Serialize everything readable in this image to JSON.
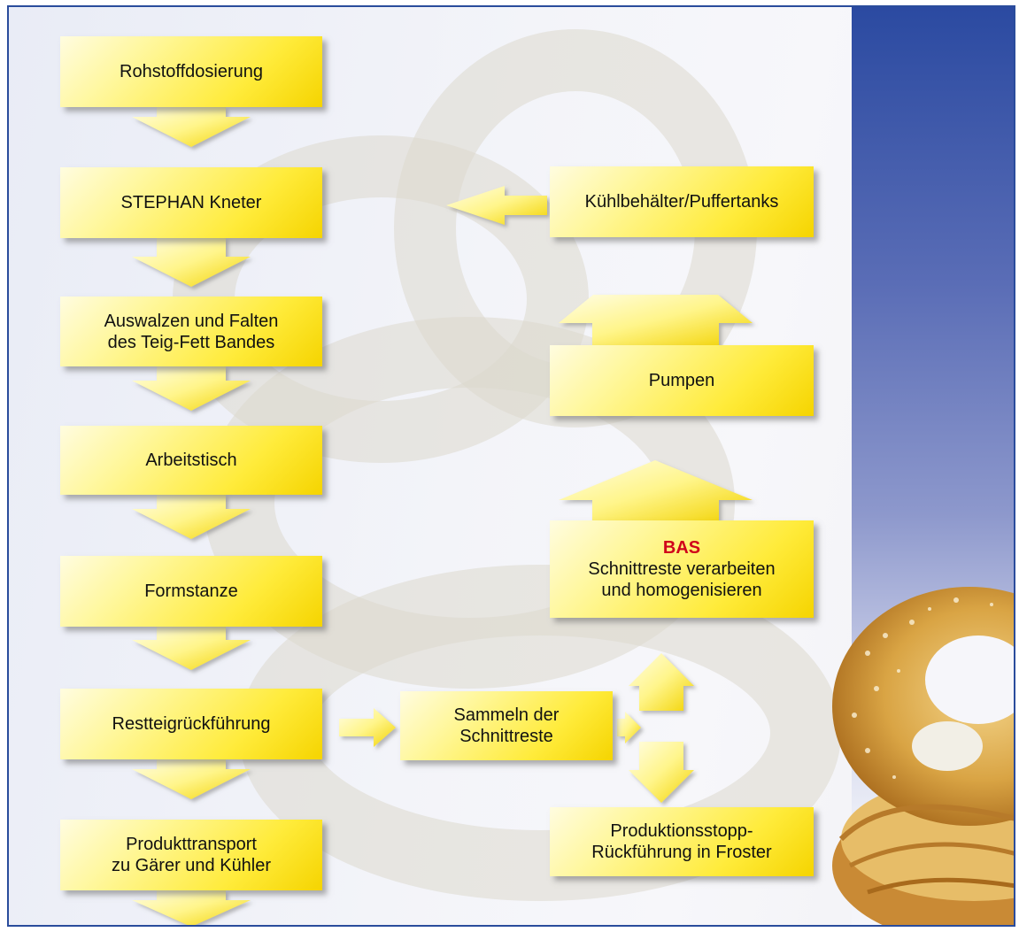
{
  "left_column": [
    {
      "lines": [
        "Rohstoffdosierung"
      ]
    },
    {
      "lines": [
        "STEPHAN Kneter"
      ]
    },
    {
      "lines": [
        "Auswalzen und Falten",
        "des Teig-Fett Bandes"
      ]
    },
    {
      "lines": [
        "Arbeitstisch"
      ]
    },
    {
      "lines": [
        "Formstanze"
      ]
    },
    {
      "lines": [
        "Restteigrückführung"
      ]
    },
    {
      "lines": [
        "Produkttransport",
        "zu Gärer und Kühler"
      ]
    }
  ],
  "middle": {
    "collect": {
      "lines": [
        "Sammeln der",
        "Schnittreste"
      ]
    }
  },
  "right_column": {
    "cooling": {
      "lines": [
        "Kühlbehälter/Puffertanks"
      ]
    },
    "pumps": {
      "lines": [
        "Pumpen"
      ]
    },
    "bas": {
      "highlight": "BAS",
      "lines": [
        "Schnittreste verarbeiten",
        "und homogenisieren"
      ]
    },
    "stop": {
      "lines": [
        "Produktionsstopp-",
        "Rückführung in Froster"
      ]
    }
  },
  "colors": {
    "box_yellow": "#ffeb3a",
    "arrow_yellow": "#ffe94a",
    "highlight_red": "#d0021b",
    "frame_blue": "#2a4c9c"
  }
}
